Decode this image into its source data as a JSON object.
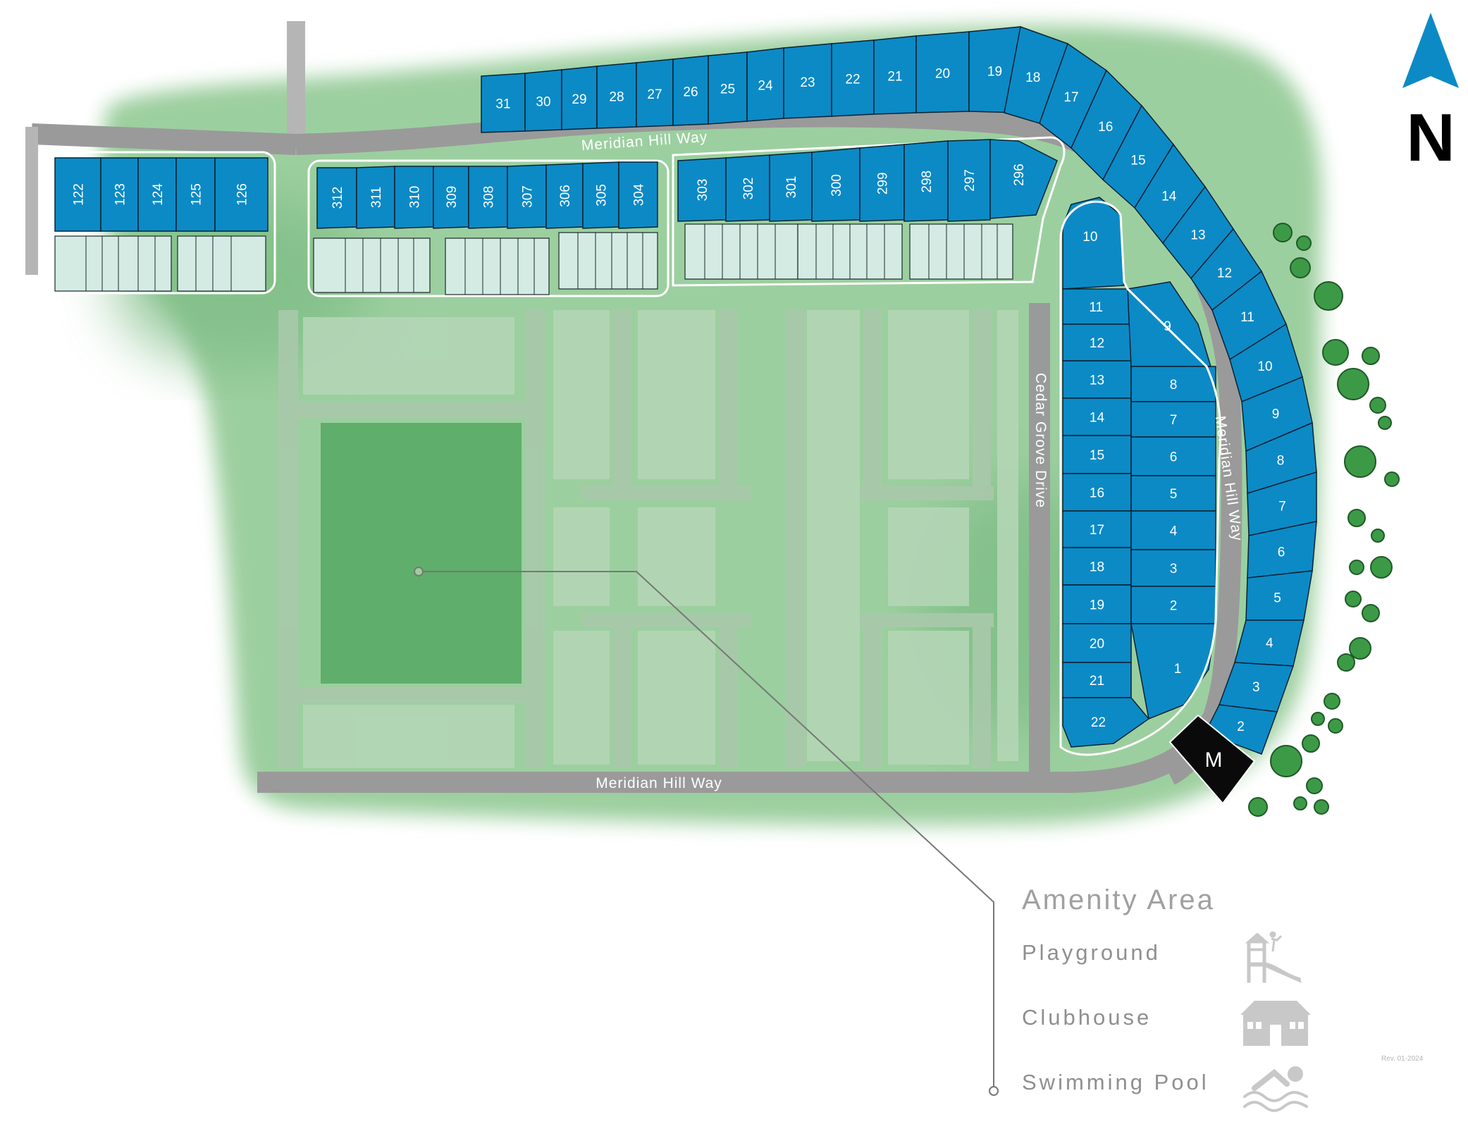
{
  "streets": {
    "meridian_top": "Meridian Hill Way",
    "meridian_right": "Meridian Hill Way",
    "meridian_bottom": "Meridian Hill Way",
    "cedar_grove": "Cedar Grove Drive"
  },
  "north_label": "N",
  "model_home_label": "M",
  "legend": {
    "title": "Amenity Area",
    "items": [
      {
        "label": "Playground",
        "icon": "playground-icon"
      },
      {
        "label": "Clubhouse",
        "icon": "clubhouse-icon"
      },
      {
        "label": "Swimming Pool",
        "icon": "swimming-pool-icon"
      }
    ]
  },
  "revision": "Rev. 01-2024",
  "lots": {
    "west_block": [
      "122",
      "123",
      "124",
      "125",
      "126"
    ],
    "north_row": [
      "31",
      "30",
      "29",
      "28",
      "27",
      "26",
      "25",
      "24",
      "23",
      "22",
      "21",
      "20",
      "19"
    ],
    "northeast_curve": [
      "18",
      "17",
      "16",
      "15",
      "14",
      "13",
      "12"
    ],
    "east_row": [
      "11",
      "10",
      "9",
      "8",
      "7",
      "6",
      "5",
      "4",
      "3",
      "2"
    ],
    "townhomes_west": [
      "312",
      "311",
      "310",
      "309",
      "308",
      "307",
      "306",
      "305",
      "304"
    ],
    "townhomes_east": [
      "303",
      "302",
      "301",
      "300",
      "299",
      "298",
      "297",
      "296"
    ],
    "island_west": [
      "11",
      "12",
      "13",
      "14",
      "15",
      "16",
      "17",
      "18",
      "19",
      "20",
      "21",
      "22"
    ],
    "island_east": [
      "9",
      "8",
      "7",
      "6",
      "5",
      "4",
      "3",
      "2",
      "1"
    ],
    "island_top": "10"
  },
  "colors": {
    "lot_blue": "#0c8ac6",
    "grass": "#9ccf9f",
    "grass_dark": "#7fbd86",
    "road": "#9a9a9a",
    "amenity_green": "#5fae6b",
    "future_lot": "#d4ebe4"
  }
}
